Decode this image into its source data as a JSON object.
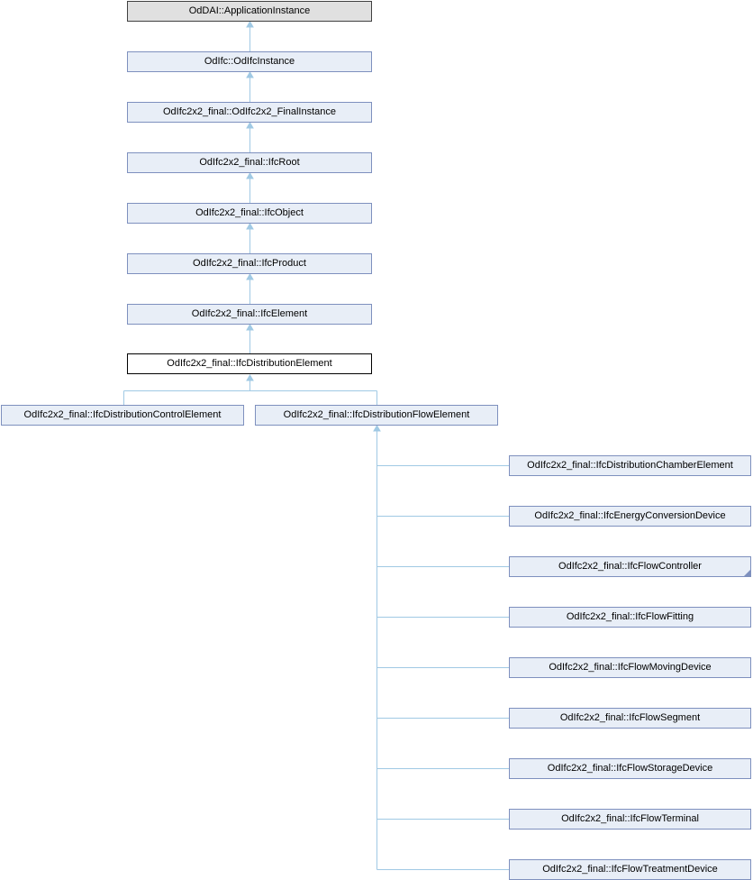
{
  "diagram": {
    "kind": "class-inheritance-graph",
    "colors": {
      "edge": "#a0c9e4",
      "node_fill": "#e8eef7",
      "node_border": "#7e90be",
      "root_fill": "#e0e0e0",
      "root_border": "#404040",
      "current_fill": "#ffffff",
      "current_border": "#000000",
      "text": "#000000"
    },
    "chain": [
      {
        "label": "OdDAI::ApplicationInstance",
        "style": "root"
      },
      {
        "label": "OdIfc::OdIfcInstance",
        "style": "normal"
      },
      {
        "label": "OdIfc2x2_final::OdIfc2x2_FinalInstance",
        "style": "normal"
      },
      {
        "label": "OdIfc2x2_final::IfcRoot",
        "style": "normal"
      },
      {
        "label": "OdIfc2x2_final::IfcObject",
        "style": "normal"
      },
      {
        "label": "OdIfc2x2_final::IfcProduct",
        "style": "normal"
      },
      {
        "label": "OdIfc2x2_final::IfcElement",
        "style": "normal"
      },
      {
        "label": "OdIfc2x2_final::IfcDistributionElement",
        "style": "current"
      }
    ],
    "subclasses": [
      {
        "label": "OdIfc2x2_final::IfcDistributionControlElement"
      },
      {
        "label": "OdIfc2x2_final::IfcDistributionFlowElement"
      }
    ],
    "flow_subclasses": [
      {
        "label": "OdIfc2x2_final::IfcDistributionChamberElement",
        "truncated": false
      },
      {
        "label": "OdIfc2x2_final::IfcEnergyConversionDevice",
        "truncated": false
      },
      {
        "label": "OdIfc2x2_final::IfcFlowController",
        "truncated": true
      },
      {
        "label": "OdIfc2x2_final::IfcFlowFitting",
        "truncated": false
      },
      {
        "label": "OdIfc2x2_final::IfcFlowMovingDevice",
        "truncated": false
      },
      {
        "label": "OdIfc2x2_final::IfcFlowSegment",
        "truncated": false
      },
      {
        "label": "OdIfc2x2_final::IfcFlowStorageDevice",
        "truncated": false
      },
      {
        "label": "OdIfc2x2_final::IfcFlowTerminal",
        "truncated": false
      },
      {
        "label": "OdIfc2x2_final::IfcFlowTreatmentDevice",
        "truncated": false
      }
    ]
  }
}
